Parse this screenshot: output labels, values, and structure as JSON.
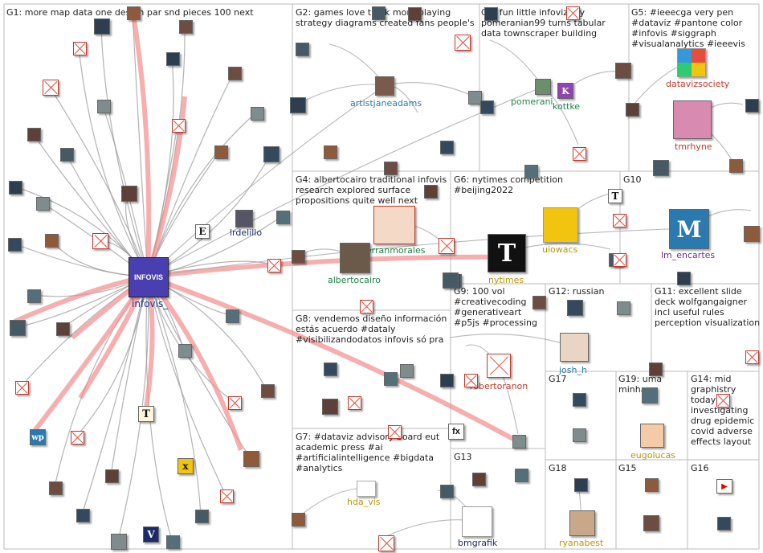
{
  "groups": [
    {
      "id": "G1",
      "title": "G1: more map data one design par snd pieces 100 next"
    },
    {
      "id": "G2",
      "title": "G2: games love think more playing strategy diagrams created fans people's"
    },
    {
      "id": "G3",
      "title": "G3: fun little infoviz toy pomeranian99 turns tabular data townscraper building"
    },
    {
      "id": "G5",
      "title": "G5: #ieeecga very pen #dataviz #pantone color #infovis #siggraph #visualanalytics #ieeevis"
    },
    {
      "id": "G4",
      "title": "G4: albertocairo traditional infovis research explored surface propositions quite well next"
    },
    {
      "id": "G6",
      "title": "G6: nytimes competition #beijing2022"
    },
    {
      "id": "G10",
      "title": "G10"
    },
    {
      "id": "G8",
      "title": "G8: vendemos diseño información estás acuerdo #dataly #visibilizandodatos infovis só pra"
    },
    {
      "id": "G9",
      "title": "G9: 100 vol #creativecoding #generativeart #p5js #processing"
    },
    {
      "id": "G12",
      "title": "G12: russian"
    },
    {
      "id": "G11",
      "title": "G11: excellent slide deck wolfgangaigner incl useful rules perception visualization"
    },
    {
      "id": "G17",
      "title": "G17"
    },
    {
      "id": "G19",
      "title": "G19: uma minha"
    },
    {
      "id": "G14",
      "title": "G14: mid graphistry today investigating drug epidemic covid adverse effects layout"
    },
    {
      "id": "G7",
      "title": "G7: #dataviz advisory board eut academic press #ai #artificialintelligence #bigdata #analytics"
    },
    {
      "id": "G13",
      "title": "G13"
    },
    {
      "id": "G18",
      "title": "G18"
    },
    {
      "id": "G15",
      "title": "G15"
    },
    {
      "id": "G16",
      "title": "G16"
    }
  ],
  "nodes": {
    "infovis": {
      "label": "infovis_",
      "color": "#1f3a93",
      "icon": "infovis-logo-icon",
      "logo_text": "INFOVIS"
    },
    "artistjaneadams": {
      "label": "artistjaneadams",
      "color": "#2a7ab0"
    },
    "pomeranian99": {
      "label": "pomerani",
      "color": "#1e8449"
    },
    "kottke": {
      "label": "kottke",
      "color": "#1e8449"
    },
    "datavizsociety": {
      "label": "datavizsociety",
      "color": "#c0392b"
    },
    "tmrhyne": {
      "label": "tmrhyne",
      "color": "#c0392b"
    },
    "lrdelillo": {
      "label": "lrdelillo",
      "color": "#1a2a6c"
    },
    "ferranmorales": {
      "label": "ferranmorales",
      "color": "#1e8449"
    },
    "albertocairo": {
      "label": "albertocairo",
      "color": "#1e8449"
    },
    "nytimes": {
      "label": "nytimes",
      "color": "#b7950b"
    },
    "uiowacs": {
      "label": "uiowacs",
      "color": "#b7950b"
    },
    "lm_encartes": {
      "label": "lm_encartes",
      "color": "#6c3483"
    },
    "robertoranon": {
      "label": "robertoranon",
      "color": "#c0392b"
    },
    "josh_h": {
      "label": "josh_h",
      "color": "#2a7ab0"
    },
    "eugolucas": {
      "label": "eugolucas",
      "color": "#b7950b"
    },
    "hda_vis": {
      "label": "hda_vis",
      "color": "#b7950b"
    },
    "bmgrafik": {
      "label": "bmgrafik",
      "color": "#1a2a6c"
    },
    "ryanabest": {
      "label": "ryanabest",
      "color": "#b7950b"
    }
  },
  "logos": {
    "nyt": "T",
    "economist": "E",
    "vogue": "V",
    "fx": "fx",
    "wp": "wp",
    "lemonde": "M",
    "wapo": "wp",
    "flipboard": "x",
    "youtube": "▶"
  }
}
